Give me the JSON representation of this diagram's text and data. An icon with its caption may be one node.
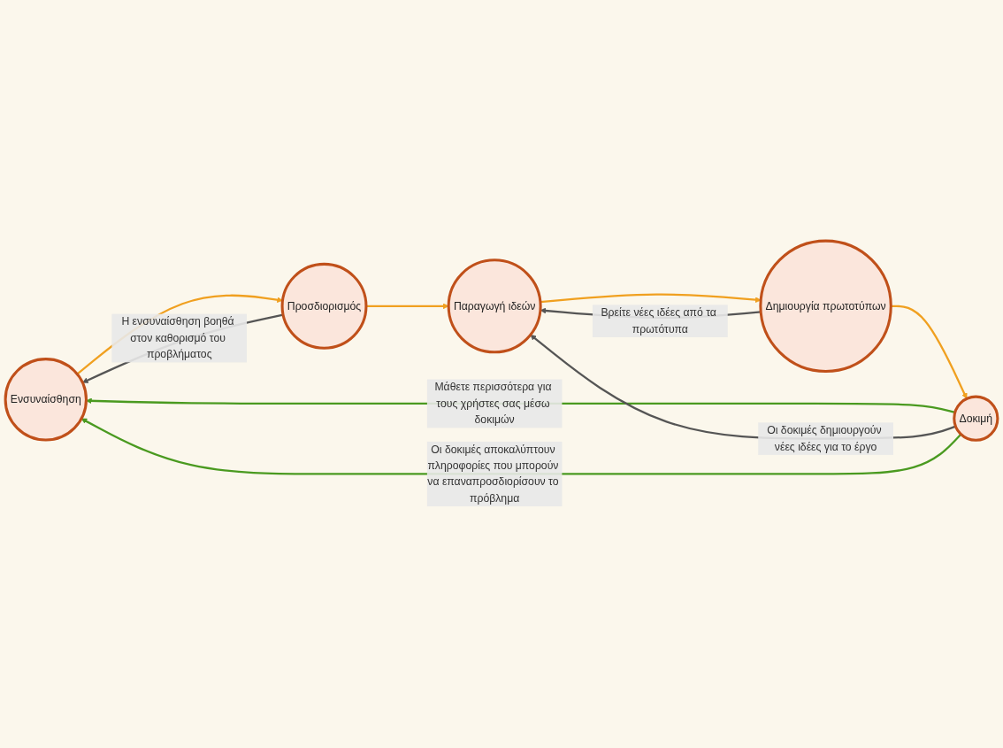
{
  "diagram": {
    "nodes": [
      {
        "text": [
          "Ενσυναίσθηση"
        ]
      },
      {
        "text": [
          "Προσδιορισμός"
        ]
      },
      {
        "text": [
          "Παραγωγή ιδεών"
        ]
      },
      {
        "text": [
          "Δημιουργία πρωτοτύπων"
        ]
      },
      {
        "text": [
          "Δοκιμή"
        ]
      }
    ],
    "edges": [
      {
        "from": 0,
        "to": 1,
        "arrow": "to",
        "color": "#f0a020"
      },
      {
        "from": 1,
        "to": 2,
        "arrow": "to",
        "color": "#f0a020"
      },
      {
        "from": 2,
        "to": 3,
        "arrow": "to",
        "color": "#f0a020"
      },
      {
        "from": 3,
        "to": 4,
        "arrow": "to",
        "color": "#f0a020"
      },
      {
        "from": 4,
        "to": 0,
        "arrow": "to",
        "label": "Μάθετε περισσότερα για τους χρήστες σας μέσω δοκιμών",
        "color": "#4a9a20"
      },
      {
        "from": 1,
        "to": 0,
        "arrow": "to",
        "label": "Η ενσυναίσθηση βοηθά στον καθορισμό του προβλήματος",
        "color": "#555555"
      },
      {
        "from": 4,
        "to": 2,
        "arrow": "to",
        "label": "Οι δοκιμές δημιουργούν νέες ιδέες για το έργο",
        "color": "#555555"
      },
      {
        "from": 3,
        "to": 2,
        "arrow": "to",
        "label": "Βρείτε νέες ιδέες από τα πρωτότυπα",
        "color": "#555555"
      },
      {
        "from": 4,
        "to": 0,
        "arrow": "to",
        "label": "Οι δοκιμές αποκαλύπτουν πληροφορίες που μπορούν να επαναπροσδιορίσουν το πρόβλημα",
        "color": "#4a9a20"
      }
    ]
  }
}
